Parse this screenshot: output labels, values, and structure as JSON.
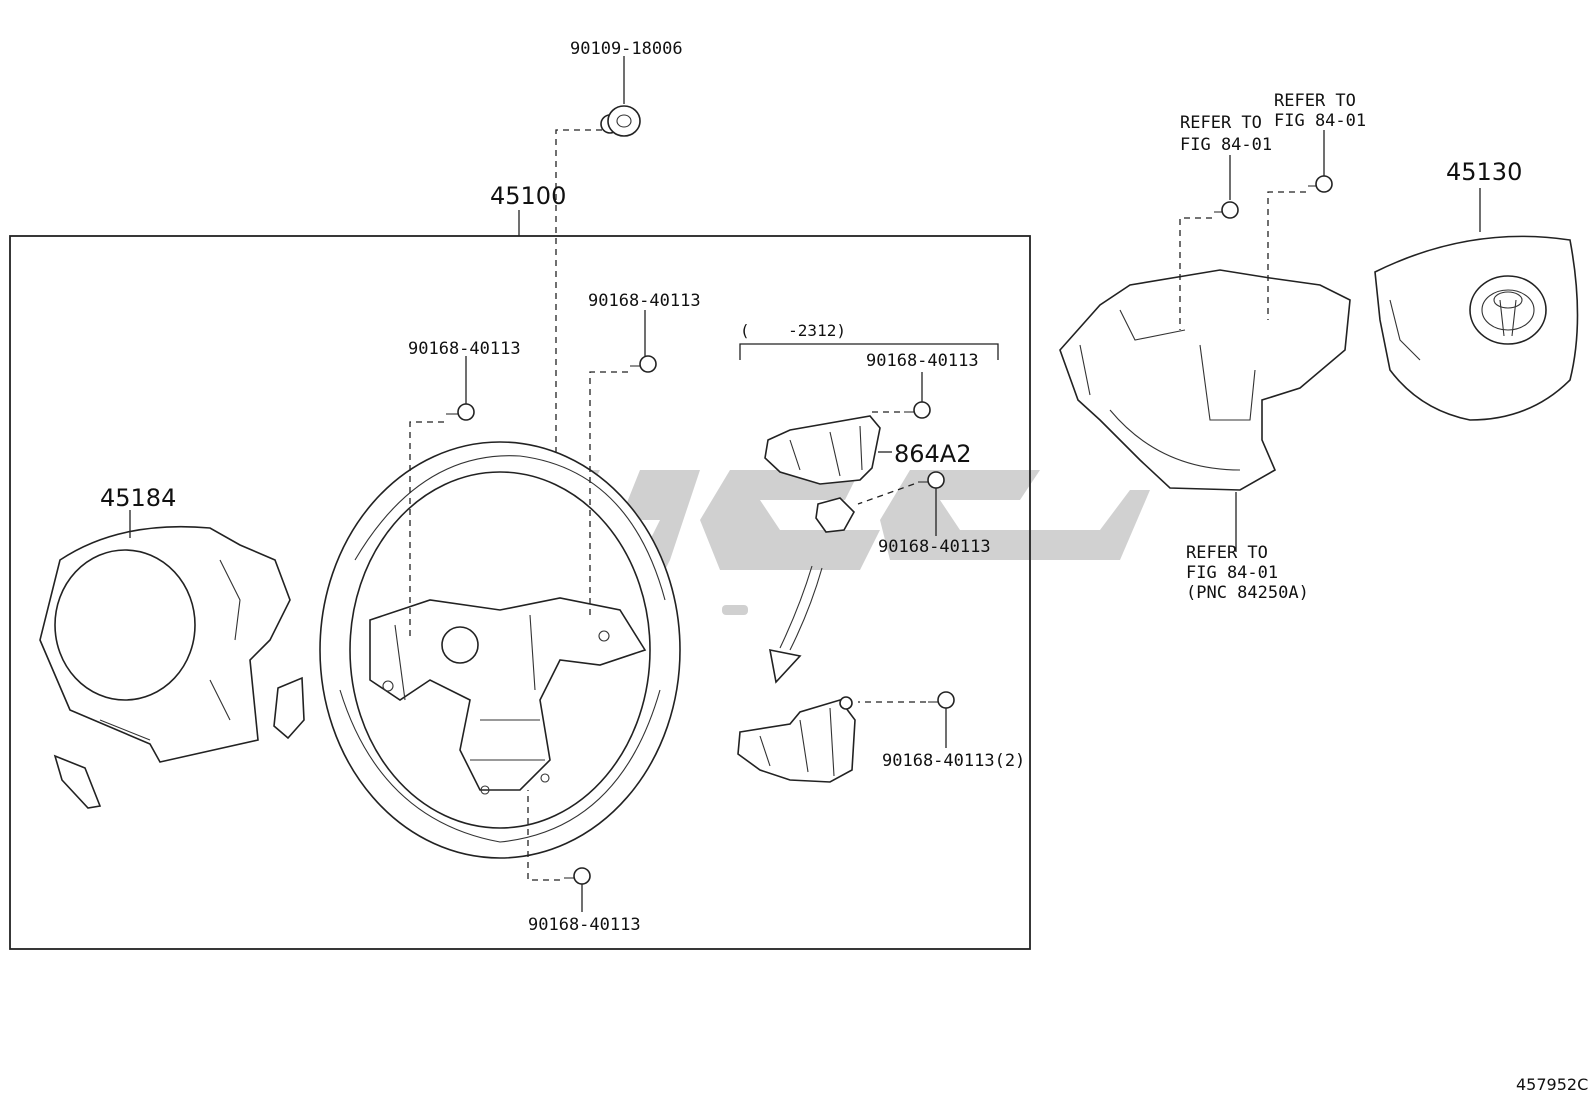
{
  "labels": {
    "nut_top": "90109-18006",
    "assembly": "45100",
    "cover": "45184",
    "screw_left": "90168-40113",
    "screw_center": "90168-40113",
    "range_note": "(    -2312)",
    "screw_bracket": "90168-40113",
    "bracket_part": "864A2",
    "screw_clip": "90168-40113",
    "screw_switch": "90168-40113(2)",
    "screw_bottom": "90168-40113",
    "airbag": "45130",
    "refer_a_line1": "REFER TO",
    "refer_a_line2": "FIG 84-01",
    "refer_b_line1": "REFER TO",
    "refer_b_line2": "FIG 84-01",
    "refer_c_line1": "REFER TO",
    "refer_c_line2": "FIG 84-01",
    "refer_c_line3": "(PNC 84250A)",
    "figure_id": "457952C"
  },
  "colors": {
    "line": "#222222",
    "watermark": "#cccccc"
  }
}
